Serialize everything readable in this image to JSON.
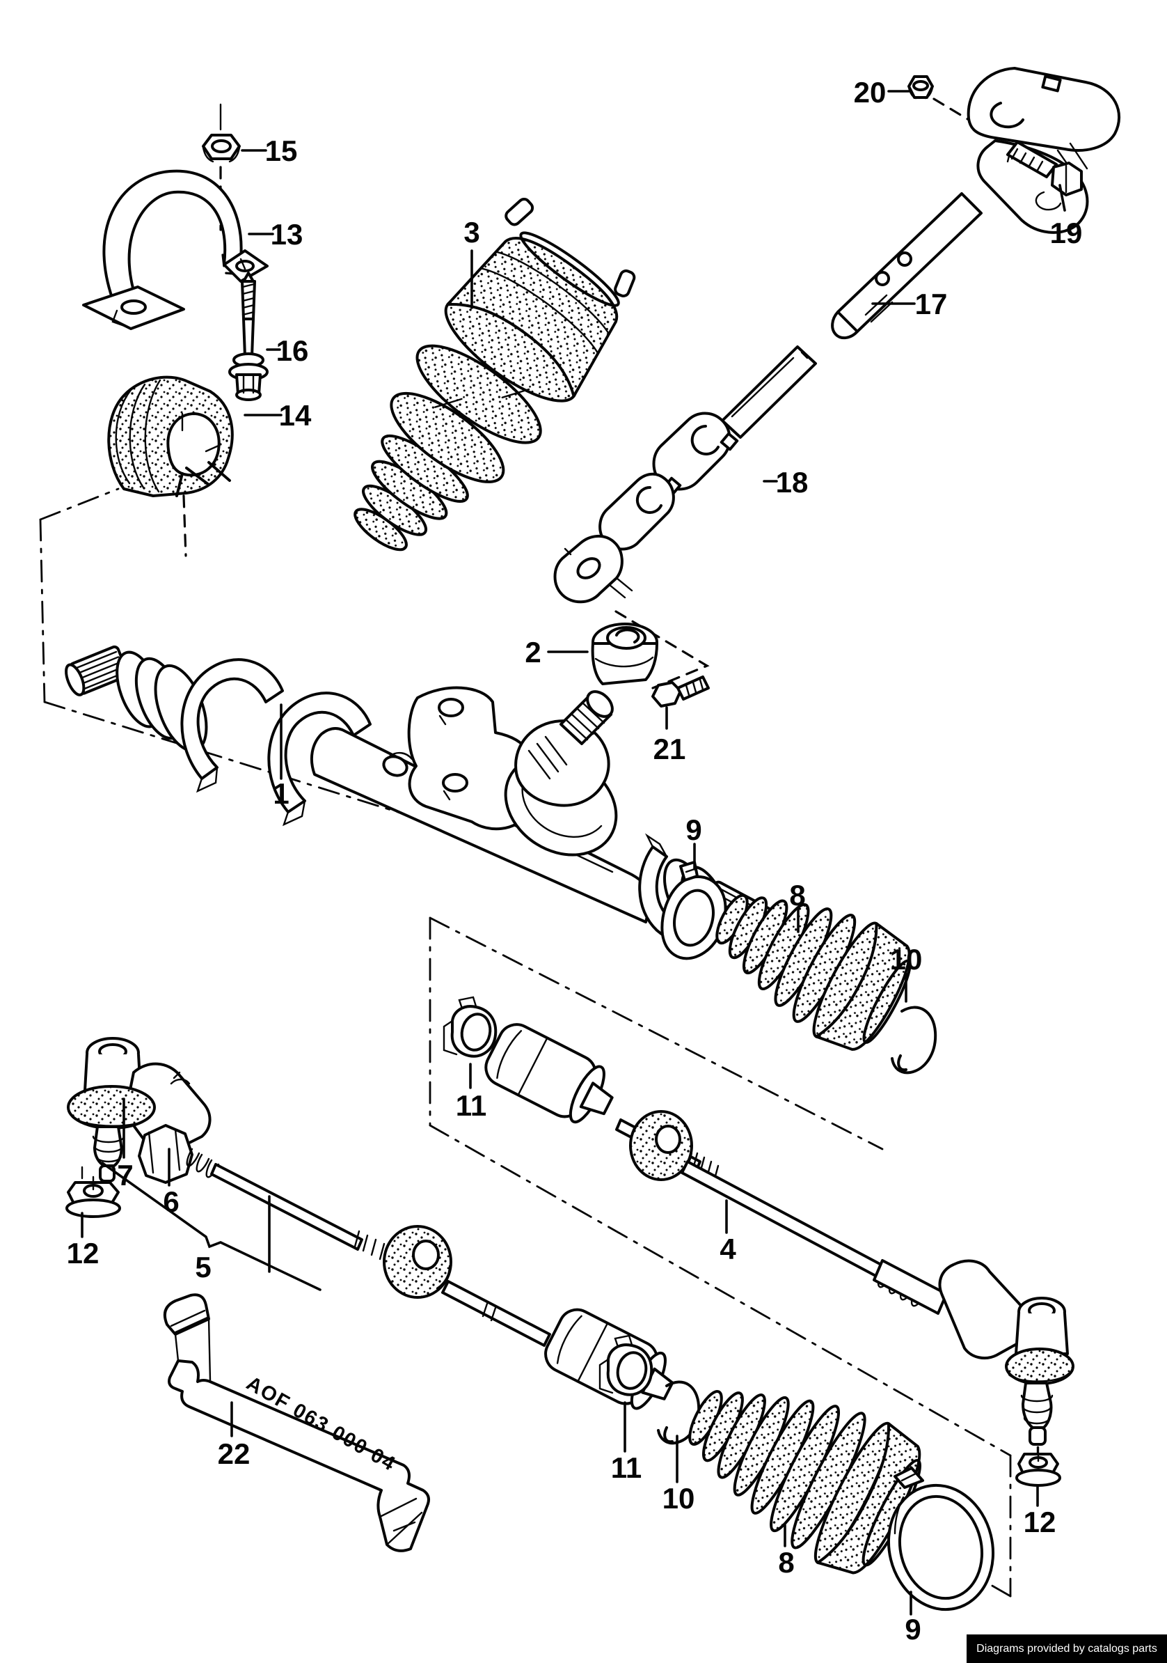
{
  "figure": {
    "type": "exploded-parts-diagram",
    "subject": "steering gear, tie rods and linkage",
    "colors": {
      "ink": "#050505",
      "paper": "#ffffff",
      "footer_bg": "#000000",
      "footer_fg": "#ffffff"
    }
  },
  "callouts": {
    "c1": {
      "label": "1"
    },
    "c2": {
      "label": "2"
    },
    "c3": {
      "label": "3"
    },
    "c4": {
      "label": "4"
    },
    "c5": {
      "label": "5"
    },
    "c6": {
      "label": "6"
    },
    "c7": {
      "label": "7"
    },
    "c8a": {
      "label": "8"
    },
    "c8b": {
      "label": "8"
    },
    "c9a": {
      "label": "9"
    },
    "c9b": {
      "label": "9"
    },
    "c10a": {
      "label": "10"
    },
    "c10b": {
      "label": "10"
    },
    "c11a": {
      "label": "11"
    },
    "c11b": {
      "label": "11"
    },
    "c12a": {
      "label": "12"
    },
    "c12b": {
      "label": "12"
    },
    "c13": {
      "label": "13"
    },
    "c14": {
      "label": "14"
    },
    "c15": {
      "label": "15"
    },
    "c16": {
      "label": "16"
    },
    "c17": {
      "label": "17"
    },
    "c18": {
      "label": "18"
    },
    "c19": {
      "label": "19"
    },
    "c20": {
      "label": "20"
    },
    "c21": {
      "label": "21"
    },
    "c22": {
      "label": "22"
    }
  },
  "tube": {
    "label": "AOF 063 000 04"
  },
  "footer": {
    "text": "Diagrams provided by catalogs parts"
  }
}
